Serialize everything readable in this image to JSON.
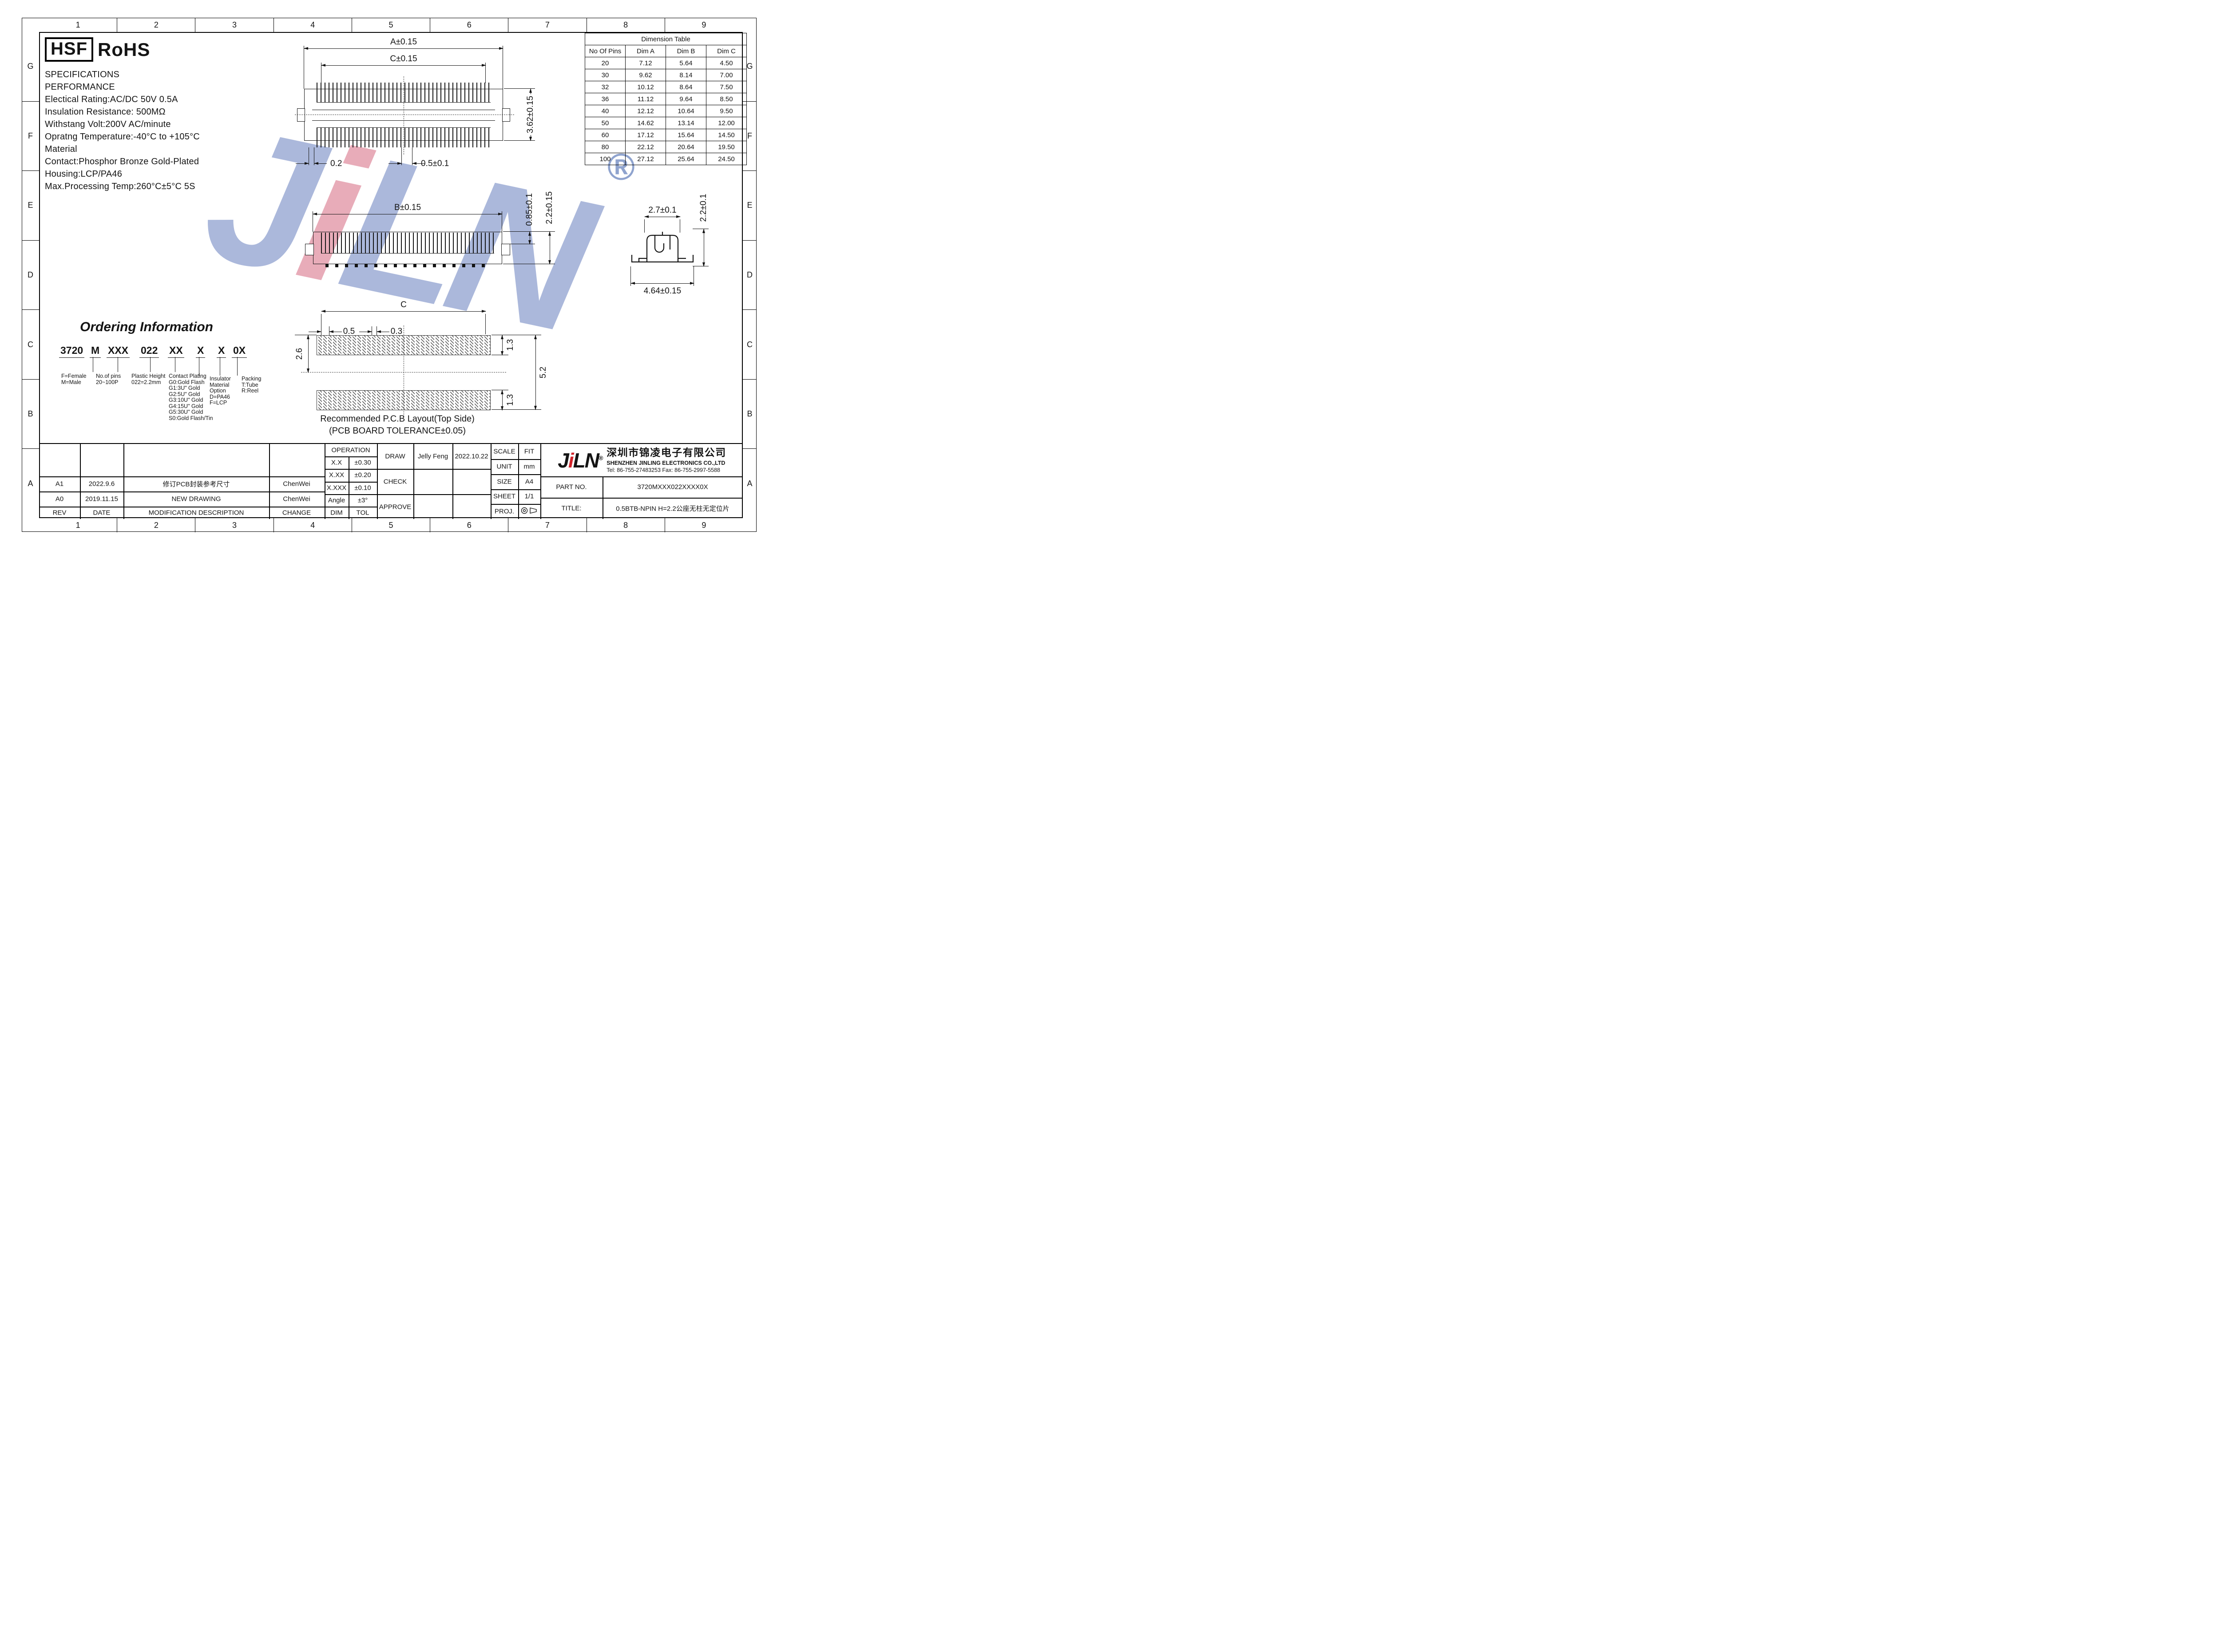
{
  "sheet": {
    "grid_cols": [
      "1",
      "2",
      "3",
      "4",
      "5",
      "6",
      "7",
      "8",
      "9"
    ],
    "grid_rows": [
      "G",
      "F",
      "E",
      "D",
      "C",
      "B",
      "A"
    ]
  },
  "header": {
    "hsf": "HSF",
    "rohs": "RoHS"
  },
  "specs": {
    "lines": [
      "SPECIFICATIONS",
      "PERFORMANCE",
      "Electical Rating:AC/DC 50V 0.5A",
      "Insulation Resistance:  500MΩ",
      "Withstang Volt:200V AC/minute",
      "Opratng Temperature:-40°C to +105°C",
      "Material",
      "Contact:Phosphor Bronze Gold-Plated",
      "Housing:LCP/PA46",
      "Max.Processing Temp:260°C±5°C 5S"
    ]
  },
  "dimension_table": {
    "title": "Dimension Table",
    "headers": [
      "No Of Pins",
      "Dim A",
      "Dim B",
      "Dim C"
    ],
    "rows": [
      [
        "20",
        "7.12",
        "5.64",
        "4.50"
      ],
      [
        "30",
        "9.62",
        "8.14",
        "7.00"
      ],
      [
        "32",
        "10.12",
        "8.64",
        "7.50"
      ],
      [
        "36",
        "11.12",
        "9.64",
        "8.50"
      ],
      [
        "40",
        "12.12",
        "10.64",
        "9.50"
      ],
      [
        "50",
        "14.62",
        "13.14",
        "12.00"
      ],
      [
        "60",
        "17.12",
        "15.64",
        "14.50"
      ],
      [
        "80",
        "22.12",
        "20.64",
        "19.50"
      ],
      [
        "100",
        "27.12",
        "25.64",
        "24.50"
      ]
    ]
  },
  "dims_top": {
    "a": "A±0.15",
    "c": "C±0.15",
    "h": "3.62±0.15",
    "p1": "0.2",
    "p2": "0.5±0.1"
  },
  "dims_side": {
    "b": "B±0.15",
    "h1": "0.85±0.1",
    "h2": "2.2±0.15"
  },
  "dims_end": {
    "w": "2.7±0.1",
    "h": "2.2±0.1",
    "base": "4.64±0.15"
  },
  "pcb": {
    "c": "C",
    "g1": "0.5",
    "g2": "0.3",
    "v1": "2.6",
    "v2": "1.3",
    "v3": "5.2",
    "v4": "1.3",
    "cap1": "Recommended P.C.B Layout(Top Side)",
    "cap2": "(PCB BOARD TOLERANCE±0.05)"
  },
  "ordering": {
    "title": "Ordering Information",
    "code": [
      "3720",
      "M",
      "XXX",
      "022",
      "XX",
      "X",
      "X",
      "0X"
    ],
    "legend1": [
      "F=Female",
      "M=Male"
    ],
    "legend2": [
      "No.of pins",
      "20~100P"
    ],
    "legend3": [
      "Plastic Height",
      "022=2.2mm"
    ],
    "legend4": [
      "Contact Plating",
      "G0:Gold Flash",
      "G1:3U\" Gold",
      "G2:5U\" Gold",
      "G3:10U\" Gold",
      "G4:15U\" Gold",
      "G5:30U\" Gold",
      "S0:Gold Flash/Tin"
    ],
    "legend5": [
      "Insulator",
      "Material",
      "Option",
      "D=PA46",
      "F=LCP"
    ],
    "legend6": [
      "Packing",
      "T:Tube",
      "R:Reel"
    ]
  },
  "titleblock": {
    "revisions": [
      {
        "rev": "A1",
        "date": "2022.9.6",
        "desc": "修订PCB封装参考尺寸",
        "change": "ChenWei"
      },
      {
        "rev": "A0",
        "date": "2019.11.15",
        "desc": "NEW DRAWING",
        "change": "ChenWei"
      }
    ],
    "rev_headers": [
      "REV",
      "DATE",
      "MODIFICATION DESCRIPTION",
      "CHANGE"
    ],
    "tolerance": {
      "title": "OPERATION",
      "rows": [
        [
          "X.X",
          "±0.30"
        ],
        [
          "X.XX",
          "±0.20"
        ],
        [
          "X.XXX",
          "±0.10"
        ],
        [
          "Angle",
          "±3°"
        ]
      ],
      "footer": [
        "DIM",
        "TOL"
      ]
    },
    "signoff": {
      "draw": "DRAW",
      "draw_name": "Jelly Feng",
      "draw_date": "2022.10.22",
      "check": "CHECK",
      "approve": "APPROVE"
    },
    "info": {
      "scale": "SCALE",
      "scale_v": "FIT",
      "unit": "UNIT",
      "unit_v": "mm",
      "size": "SIZE",
      "size_v": "A4",
      "sheet": "SHEET",
      "sheet_v": "1/1",
      "proj": "PROJ."
    },
    "company": {
      "logo_j": "J",
      "logo_i": "i",
      "logo_ln": "LN",
      "reg": "®",
      "cn": "深圳市锦凌电子有限公司",
      "en": "SHENZHEN JINLING ELECTRONICS CO.,LTD",
      "tel": "Tel: 86-755-27483253  Fax: 86-755-2997-5588"
    },
    "part_label": "PART NO.",
    "part_value": "3720MXXX022XXXX0X",
    "title_label": "TITLE:",
    "title_value": "0.5BTB-NPIN H=2.2公座无柱无定位片"
  },
  "watermark": {
    "j": "J",
    "i": "i",
    "ln": "LN",
    "reg": "®"
  },
  "colors": {
    "watermark_blue": "#a4b2d8",
    "watermark_red": "#e7a6b4",
    "logo_red": "#d2232a"
  }
}
